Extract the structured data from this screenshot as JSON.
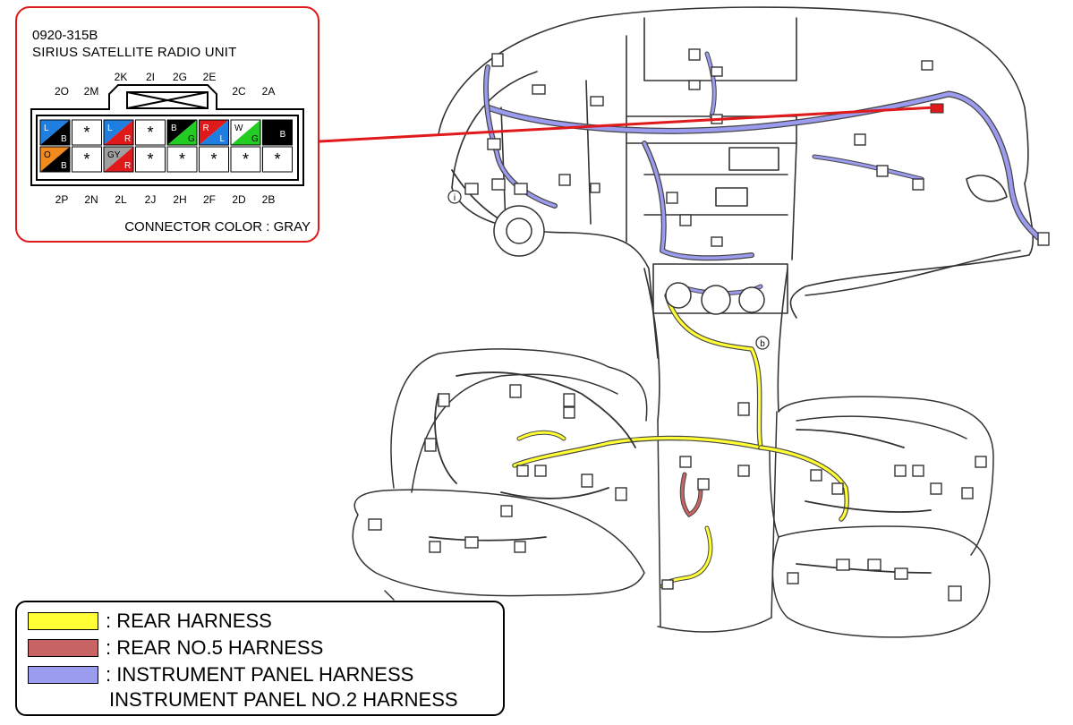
{
  "callout": {
    "code": "0920-315B",
    "name": "SIRIUS SATELLITE RADIO UNIT",
    "connector_color": "CONNECTOR COLOR : GRAY",
    "top_pins": [
      "2O",
      "2M",
      "2K",
      "2I",
      "2G",
      "2E",
      "2C",
      "2A"
    ],
    "bottom_pins": [
      "2P",
      "2N",
      "2L",
      "2J",
      "2H",
      "2F",
      "2D",
      "2B"
    ],
    "upper_row": [
      {
        "a": "L",
        "b": "B",
        "ca": "#1e7fe0",
        "cb": "#000000"
      },
      {
        "x": "*"
      },
      {
        "a": "L",
        "b": "R",
        "ca": "#1e7fe0",
        "cb": "#e0191b"
      },
      {
        "x": "*"
      },
      {
        "a": "B",
        "b": "G",
        "ca": "#000000",
        "cb": "#22cc22"
      },
      {
        "a": "R",
        "b": "L",
        "ca": "#e0191b",
        "cb": "#1e7fe0"
      },
      {
        "a": "W",
        "b": "G",
        "ca": "#ffffff",
        "cb": "#22cc22"
      },
      {
        "solid": "B",
        "c": "#000000"
      }
    ],
    "lower_row": [
      {
        "a": "O",
        "b": "B",
        "ca": "#f28a1e",
        "cb": "#000000"
      },
      {
        "x": "*"
      },
      {
        "a": "GY",
        "b": "R",
        "ca": "#a0a0a0",
        "cb": "#e0191b"
      },
      {
        "x": "*"
      },
      {
        "x": "*"
      },
      {
        "x": "*"
      },
      {
        "x": "*"
      },
      {
        "x": "*"
      }
    ]
  },
  "legend": {
    "items": [
      {
        "label": ": REAR HARNESS",
        "color": "#ffff33"
      },
      {
        "label": ": REAR NO.5 HARNESS",
        "color": "#c86464"
      },
      {
        "label": ": INSTRUMENT PANEL HARNESS",
        "color": "#9b9bf0"
      }
    ],
    "extra_line": "INSTRUMENT PANEL NO.2 HARNESS"
  },
  "markers": {
    "left_bolt": "ⓘ",
    "center_bolt": "ⓑ"
  },
  "colors": {
    "callout_line": "#e0191b",
    "yellow": "#ffff33",
    "red_harness": "#c86464",
    "purple": "#9b9bf0",
    "outline": "#333333"
  }
}
